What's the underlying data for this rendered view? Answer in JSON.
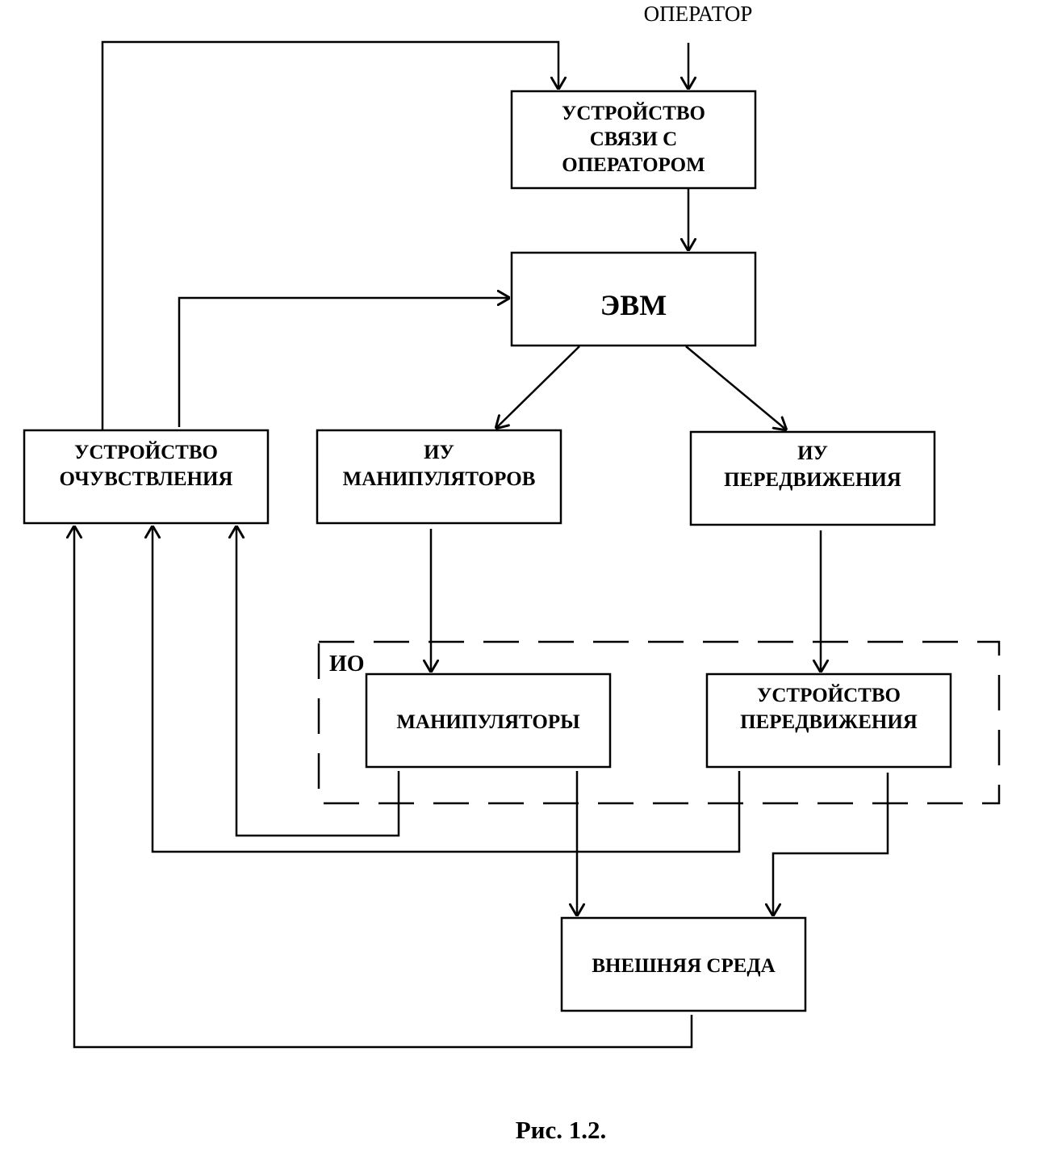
{
  "operator_label": "ОПЕРАТОР",
  "boxes": {
    "operator_link": [
      "УСТРОЙСТВО",
      "СВЯЗИ С",
      "ОПЕРАТОРОМ"
    ],
    "computer": [
      "ЭВМ"
    ],
    "sensing": [
      "УСТРОЙСТВО",
      "ОЧУВСТВЛЕНИЯ"
    ],
    "manip_actuators": [
      "ИУ",
      "МАНИПУЛЯТОРОВ"
    ],
    "motion_actuators": [
      "ИУ",
      "ПЕРЕДВИЖЕНИЯ"
    ],
    "manipulators": [
      "МАНИПУЛЯТОРЫ"
    ],
    "motion_device": [
      "УСТРОЙСТВО",
      "ПЕРЕДВИЖЕНИЯ"
    ],
    "environment": [
      "ВНЕШНЯЯ СРЕДА"
    ]
  },
  "group_label": "ИО",
  "caption": "Рис. 1.2.",
  "colors": {
    "stroke": "#000000",
    "background": "#ffffff"
  }
}
